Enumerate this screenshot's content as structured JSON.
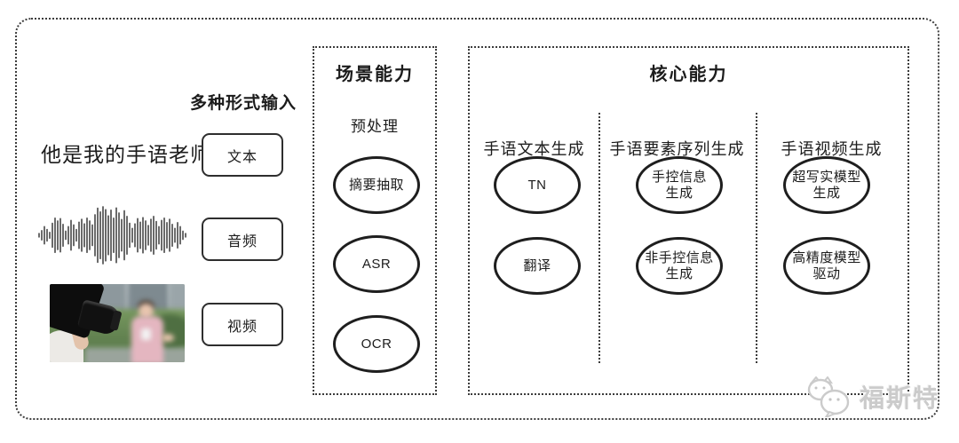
{
  "input_section": {
    "title": "多种形式输入",
    "text_sample": "他是我的手语老师",
    "text_label": "文本",
    "audio_label": "音频",
    "video_label": "视频",
    "waveform_amplitudes": [
      0.06,
      0.16,
      0.3,
      0.2,
      0.1,
      0.42,
      0.6,
      0.5,
      0.58,
      0.38,
      0.14,
      0.3,
      0.52,
      0.36,
      0.2,
      0.46,
      0.56,
      0.4,
      0.6,
      0.5,
      0.36,
      0.72,
      0.95,
      0.82,
      1.0,
      0.9,
      0.68,
      0.88,
      0.6,
      0.96,
      0.78,
      0.55,
      0.86,
      0.66,
      0.42,
      0.24,
      0.4,
      0.58,
      0.46,
      0.62,
      0.5,
      0.34,
      0.56,
      0.66,
      0.48,
      0.3,
      0.52,
      0.6,
      0.44,
      0.56,
      0.38,
      0.24,
      0.44,
      0.3,
      0.14,
      0.06
    ]
  },
  "scene_box": {
    "title": "场景能力",
    "stage_label": "预处理",
    "nodes": [
      {
        "label": "摘要抽取"
      },
      {
        "label": "ASR"
      },
      {
        "label": "OCR"
      }
    ]
  },
  "core_box": {
    "title": "核心能力",
    "columns": [
      {
        "header": "手语文本生成",
        "nodes": [
          {
            "label": "TN"
          },
          {
            "label": "翻译"
          }
        ]
      },
      {
        "header": "手语要素序列生成",
        "nodes": [
          {
            "label": "手控信息\n生成"
          },
          {
            "label": "非手控信息\n生成"
          }
        ]
      },
      {
        "header": "手语视频生成",
        "nodes": [
          {
            "label": "超写实模型\n生成"
          },
          {
            "label": "高精度模型\n驱动"
          }
        ]
      }
    ]
  },
  "watermark": {
    "text": "福斯特"
  },
  "colors": {
    "line": "#3c3c3c",
    "node_stroke": "#1e1e1e",
    "watermark": "#cbcbcb"
  }
}
